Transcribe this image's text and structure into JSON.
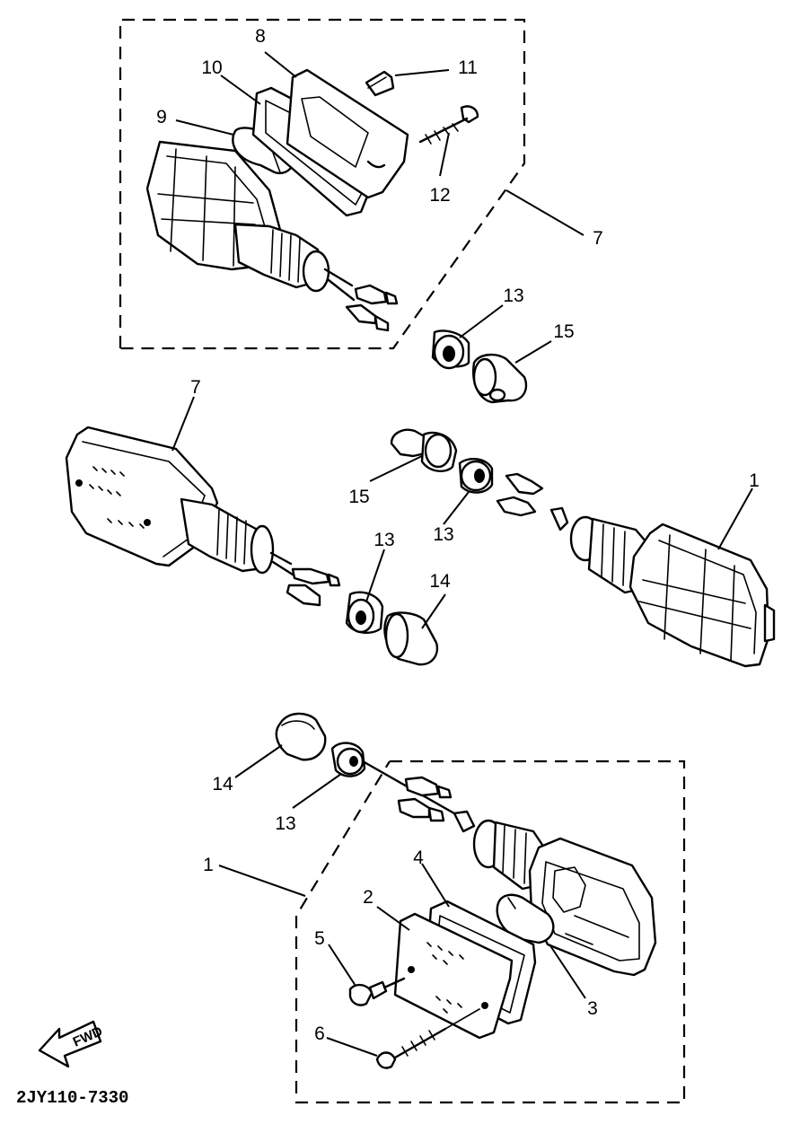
{
  "diagram": {
    "drawing_code": "2JY110-7330",
    "direction_label": "FWD",
    "callouts": [
      "1",
      "2",
      "3",
      "4",
      "5",
      "6",
      "7",
      "8",
      "9",
      "10",
      "11",
      "12",
      "13",
      "14",
      "15"
    ]
  }
}
